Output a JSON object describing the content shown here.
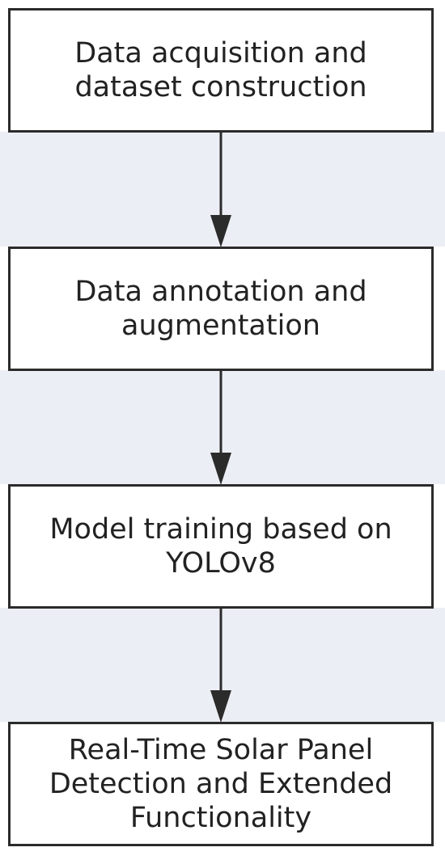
{
  "flowchart": {
    "steps": [
      {
        "line1": "Data acquisition and",
        "line2": "dataset construction",
        "line3": ""
      },
      {
        "line1": "Data annotation and",
        "line2": "augmentation",
        "line3": ""
      },
      {
        "line1": "Model training based on",
        "line2": "YOLOv8",
        "line3": ""
      },
      {
        "line1": "Real-Time Solar Panel",
        "line2": "Detection and Extended",
        "line3": "Functionality"
      }
    ]
  },
  "colors": {
    "band": "#eceef5",
    "box_border": "#2b2b2b",
    "arrow": "#2b2b2b",
    "text": "#222222"
  }
}
